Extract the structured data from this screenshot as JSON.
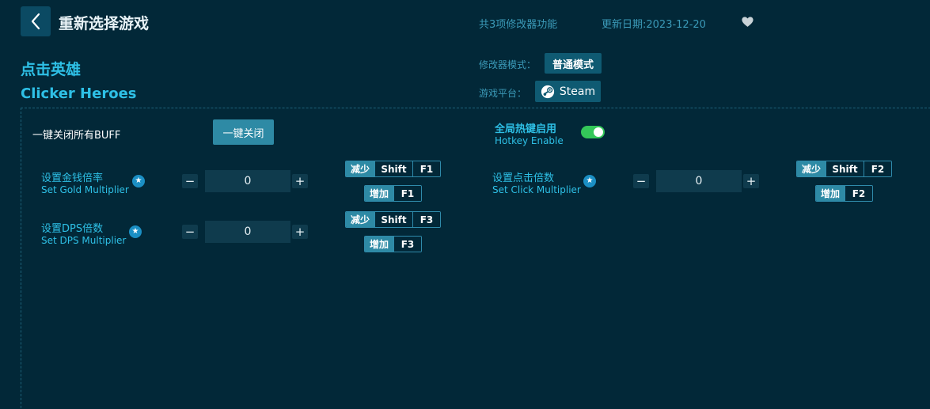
{
  "header": {
    "title": "重新选择游戏",
    "feature_count": "共3项修改器功能",
    "update_date": "更新日期:2023-12-20"
  },
  "game": {
    "name_cn": "点击英雄",
    "name_en": "Clicker Heroes"
  },
  "mode": {
    "label": "修改器模式：",
    "value": "普通模式"
  },
  "platform": {
    "label": "游戏平台：",
    "value": "Steam"
  },
  "buff": {
    "label": "一键关闭所有BUFF",
    "button": "一键关闭"
  },
  "hotkey": {
    "label_cn": "全局热键启用",
    "label_en": "Hotkey Enable",
    "enabled": true
  },
  "options": [
    {
      "name_cn": "设置金钱倍率",
      "name_en": "Set Gold Multiplier",
      "value": "0",
      "decrease": {
        "tag": "减少",
        "keys": [
          "Shift",
          "F1"
        ]
      },
      "increase": {
        "tag": "增加",
        "keys": [
          "F1"
        ]
      }
    },
    {
      "name_cn": "设置点击倍数",
      "name_en": "Set Click Multiplier",
      "value": "0",
      "decrease": {
        "tag": "减少",
        "keys": [
          "Shift",
          "F2"
        ]
      },
      "increase": {
        "tag": "增加",
        "keys": [
          "F2"
        ]
      }
    },
    {
      "name_cn": "设置DPS倍数",
      "name_en": "Set DPS Multiplier",
      "value": "0",
      "decrease": {
        "tag": "减少",
        "keys": [
          "Shift",
          "F3"
        ]
      },
      "increase": {
        "tag": "增加",
        "keys": [
          "F3"
        ]
      }
    }
  ],
  "stepper": {
    "minus": "−",
    "plus": "+"
  },
  "colors": {
    "background": "#022838",
    "accent": "#2ec0e6",
    "toggle_on": "#34c759"
  }
}
